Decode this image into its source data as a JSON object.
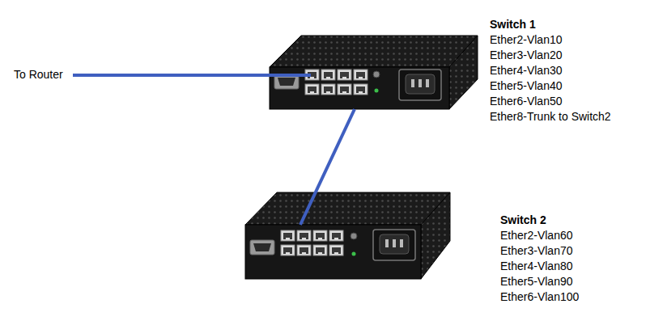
{
  "diagram": {
    "nodes": [
      {
        "text": [
          "Switch 1",
          "Ether2-Vlan10",
          "Ether3-Vlan20",
          "Ether4-Vlan30",
          "Ether5-Vlan40",
          "Ether6-Vlan50",
          "Ether8-Trunk to Switch2"
        ]
      },
      {
        "text": [
          "Switch 2",
          "Ether2-Vlan60",
          "Ether3-Vlan70",
          "Ether4-Vlan80",
          "Ether5-Vlan90",
          "Ether6-Vlan100"
        ]
      }
    ],
    "edges": [
      {
        "from": 0,
        "to": 1,
        "arrow": "none"
      }
    ],
    "labels": [
      "To Router"
    ]
  }
}
